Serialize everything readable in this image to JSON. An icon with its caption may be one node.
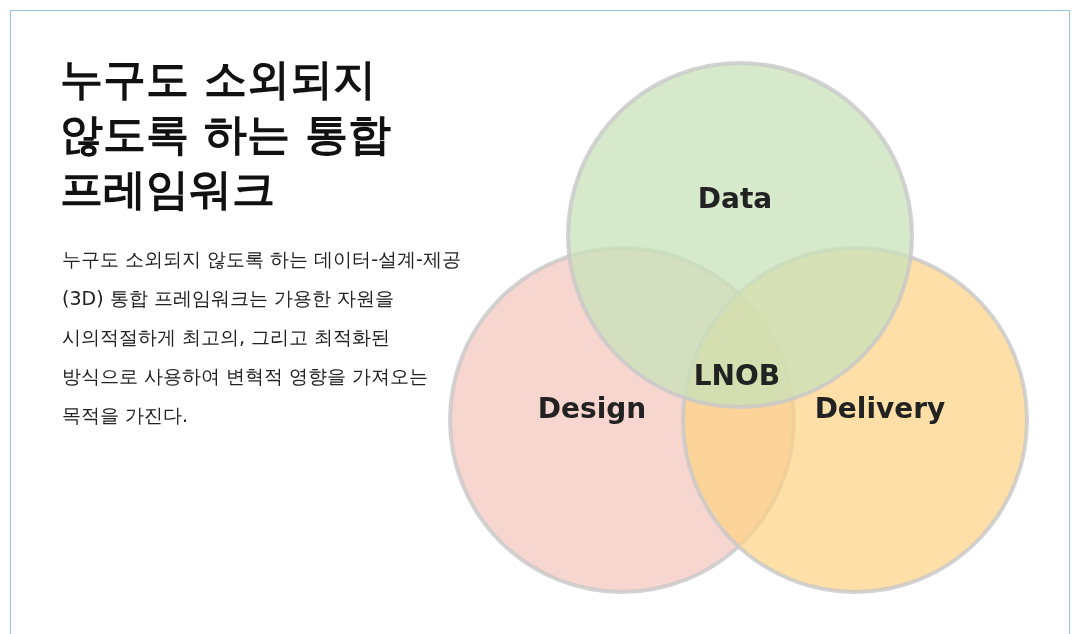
{
  "diagram": {
    "title": "누구도 소외되지 않도록 하는 통합 프레임워크",
    "nodes": [
      {
        "text": [
          "Data"
        ]
      },
      {
        "text": [
          "Design"
        ]
      },
      {
        "text": [
          "Delivery"
        ]
      }
    ],
    "labels": [
      "누구도 소외되지 않도록 하는 데이터-설계-제공(3D) 통합 프레임워크는 가용한 자원을 시의적절하게 최고의, 그리고 최적화된 방식으로 사용하여 변혁적 영향을 가져오는 목적을 가진다.",
      "LNOB"
    ]
  }
}
